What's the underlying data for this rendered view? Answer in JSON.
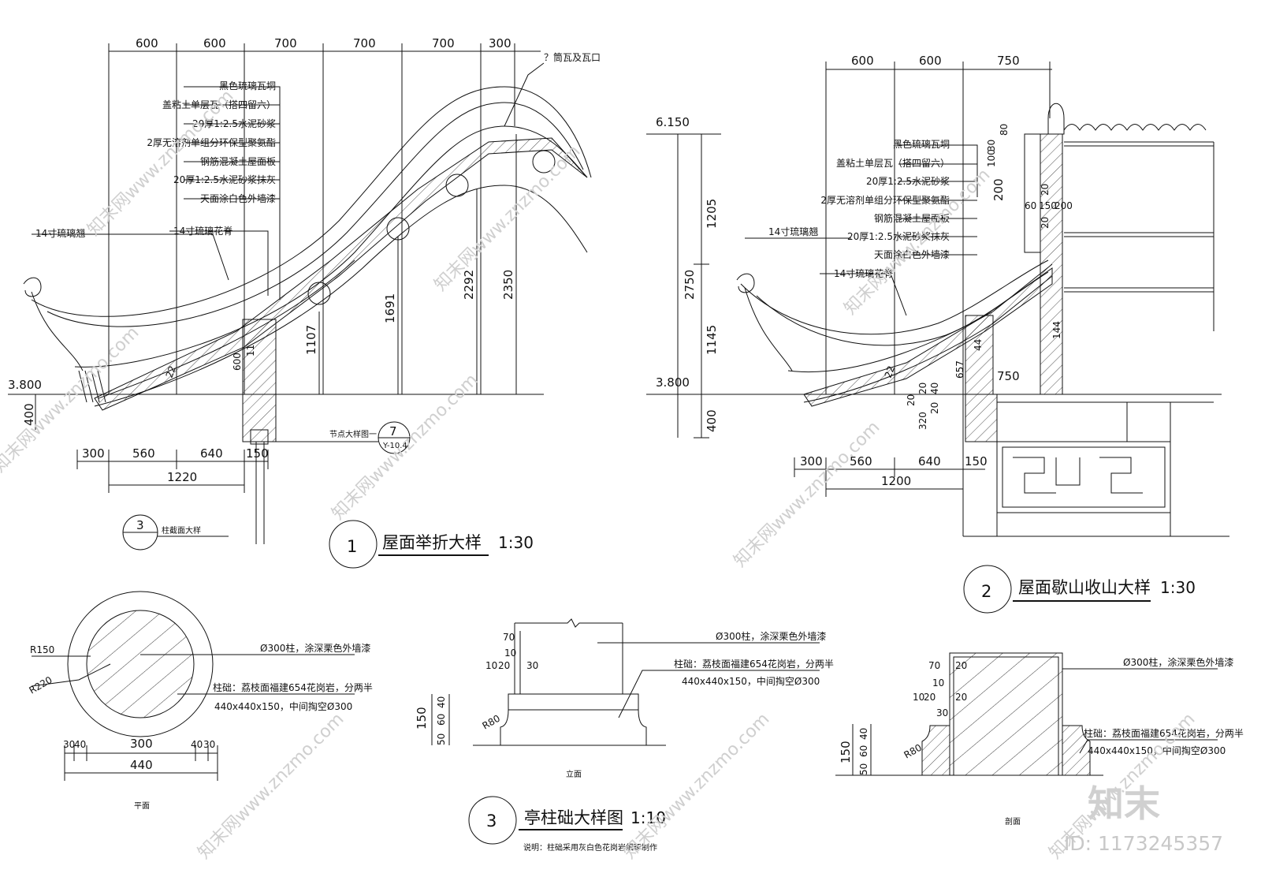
{
  "drawing1": {
    "top_dims": [
      "600",
      "600",
      "700",
      "700",
      "700",
      "300"
    ],
    "callout_top": "？筒瓦及瓦口",
    "layers": [
      "黑色琉璃瓦垌",
      "盖粘土单层瓦（搭四留六）",
      "20厚1:2.5水泥砂浆",
      "2厚无溶剂单组分环保型聚氨酯",
      "钢筋混凝土屋面板",
      "20厚1:2.5水泥砂浆抹灰",
      "天面涂白色外墙漆"
    ],
    "label_ridge_end": "14寸琉璃翘",
    "label_ridge": "14寸琉璃花脊",
    "level": "3.800",
    "dim_400": "400",
    "vertical_dims": [
      "1107",
      "1691",
      "2292",
      "2350",
      "600",
      "11",
      "22"
    ],
    "bottom_dims": [
      "300",
      "560",
      "640",
      "150"
    ],
    "bottom_total": "1220",
    "node_ref_label": "节点大样图一",
    "node_ref_num": "7",
    "node_ref_sheet": "Y-10.4",
    "column_ref_num": "3",
    "column_ref_label": "柱截面大样",
    "title_num": "1",
    "title": "屋面举折大样",
    "scale": "1:30"
  },
  "drawing2": {
    "top_dims": [
      "600",
      "600",
      "750"
    ],
    "layers": [
      "黑色琉璃瓦垌",
      "盖粘土单层瓦（搭四留六）",
      "20厚1:2.5水泥砂浆",
      "2厚无溶剂单组分环保型聚氨酯",
      "钢筋混凝土屋面板",
      "20厚1:2.5水泥砂浆抹灰",
      "天面涂白色外墙漆"
    ],
    "label_ridge_end": "14寸琉璃翘",
    "label_ridge": "14寸琉璃花脊",
    "level_top": "6.150",
    "level_bottom": "3.800",
    "vertical_dims": [
      "1205",
      "2750",
      "1145",
      "400"
    ],
    "wall_dims": [
      "80",
      "30",
      "100",
      "200",
      "60",
      "150",
      "200",
      "20",
      "20",
      "144",
      "44",
      "657",
      "22"
    ],
    "eave_dims": [
      "750",
      "20",
      "20",
      "40",
      "320",
      "20"
    ],
    "bottom_dims": [
      "300",
      "560",
      "640",
      "150"
    ],
    "bottom_total": "1200",
    "title_num": "2",
    "title": "屋面歇山收山大样",
    "scale": "1:30"
  },
  "plan": {
    "r_inner": "R150",
    "r_outer": "R220",
    "note1": "Ø300柱，涂深栗色外墙漆",
    "note2a": "柱础：荔枝面福建654花岗岩，分两半",
    "note2b": "440x440x150，中间掏空Ø300",
    "dims": [
      "30",
      "40",
      "300",
      "40",
      "30"
    ],
    "total": "440",
    "caption": "平面"
  },
  "elevation": {
    "note1": "Ø300柱，涂深栗色外墙漆",
    "note2a": "柱础：荔枝面福建654花岗岩，分两半",
    "note2b": "440x440x150，中间掏空Ø300",
    "dims_upper": [
      "70",
      "10",
      "10",
      "20",
      "30"
    ],
    "dims_lower": [
      "150",
      "50",
      "60",
      "40"
    ],
    "radius": "R80",
    "caption": "立面"
  },
  "section": {
    "note1": "Ø300柱，涂深栗色外墙漆",
    "note2a": "柱础：荔枝面福建654花岗岩，分两半",
    "note2b": "440x440x150，中间掏空Ø300",
    "dims_upper": [
      "70",
      "20",
      "10",
      "10",
      "20",
      "20",
      "30"
    ],
    "dims_lower": [
      "150",
      "50",
      "60",
      "40"
    ],
    "radius": "R80",
    "caption": "剖面"
  },
  "drawing3": {
    "title_num": "3",
    "title": "亭柱础大样图",
    "scale": "1:10",
    "note": "说明：柱础采用灰白色花岗岩细琢制作"
  },
  "watermark": {
    "text": "知末网www.znzmo.com",
    "logo": "知末",
    "id": "ID: 1173245357"
  }
}
